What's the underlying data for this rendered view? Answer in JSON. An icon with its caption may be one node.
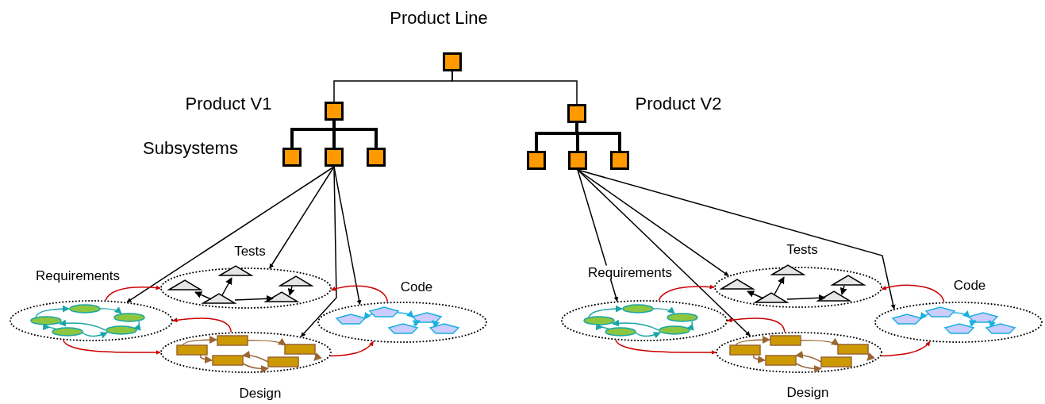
{
  "diagram": {
    "nodes": [
      {
        "text": [],
        "shape": "box"
      },
      {
        "text": [],
        "shape": "box"
      },
      {
        "text": [],
        "shape": "box"
      },
      {
        "text": [],
        "shape": "box"
      },
      {
        "text": [],
        "shape": "box"
      },
      {
        "text": [],
        "shape": "box"
      },
      {
        "text": [],
        "shape": "box"
      },
      {
        "text": [],
        "shape": "box"
      },
      {
        "text": [],
        "shape": "box"
      },
      {
        "text": [
          "Requirements"
        ]
      },
      {
        "text": [
          "Tests"
        ]
      },
      {
        "text": [
          "Code"
        ]
      },
      {
        "text": [
          "Design"
        ]
      },
      {
        "text": [
          "Requirements"
        ]
      },
      {
        "text": [
          "Tests"
        ]
      },
      {
        "text": [
          "Code"
        ]
      },
      {
        "text": [
          "Design"
        ]
      }
    ],
    "edges": [
      {
        "from": 0,
        "to": 1,
        "arrow": "none"
      },
      {
        "from": 0,
        "to": 2,
        "arrow": "none"
      },
      {
        "from": 1,
        "to": 3,
        "arrow": "none",
        "style": "thick"
      },
      {
        "from": 1,
        "to": 4,
        "arrow": "none",
        "style": "thick"
      },
      {
        "from": 1,
        "to": 5,
        "arrow": "none",
        "style": "thick"
      },
      {
        "from": 2,
        "to": 6,
        "arrow": "none",
        "style": "thick"
      },
      {
        "from": 2,
        "to": 7,
        "arrow": "none",
        "style": "thick"
      },
      {
        "from": 2,
        "to": 8,
        "arrow": "none",
        "style": "thick"
      },
      {
        "from": 4,
        "to": 9,
        "arrow": "to"
      },
      {
        "from": 4,
        "to": 10,
        "arrow": "to"
      },
      {
        "from": 4,
        "to": 12,
        "arrow": "to"
      },
      {
        "from": 4,
        "to": 11,
        "arrow": "to"
      },
      {
        "from": 7,
        "to": 13,
        "arrow": "to"
      },
      {
        "from": 7,
        "to": 16,
        "arrow": "to"
      },
      {
        "from": 7,
        "to": 14,
        "arrow": "to"
      },
      {
        "from": 7,
        "to": 15,
        "arrow": "to"
      },
      {
        "from": 9,
        "to": 10,
        "arrow": "to",
        "color": "#cc0000"
      },
      {
        "from": 12,
        "to": 9,
        "arrow": "to",
        "color": "#cc0000"
      },
      {
        "from": 9,
        "to": 12,
        "arrow": "to",
        "color": "#cc0000"
      },
      {
        "from": 12,
        "to": 11,
        "arrow": "to",
        "color": "#cc0000"
      },
      {
        "from": 11,
        "to": 10,
        "arrow": "to",
        "color": "#cc0000"
      },
      {
        "from": 13,
        "to": 14,
        "arrow": "to",
        "color": "#cc0000"
      },
      {
        "from": 16,
        "to": 13,
        "arrow": "to",
        "color": "#cc0000"
      },
      {
        "from": 13,
        "to": 16,
        "arrow": "to",
        "color": "#cc0000"
      },
      {
        "from": 16,
        "to": 15,
        "arrow": "to",
        "color": "#cc0000"
      },
      {
        "from": 15,
        "to": 14,
        "arrow": "to",
        "color": "#cc0000"
      }
    ],
    "labels": [
      "Product Line",
      "Product V1",
      "Product V2",
      "Subsystems"
    ]
  }
}
